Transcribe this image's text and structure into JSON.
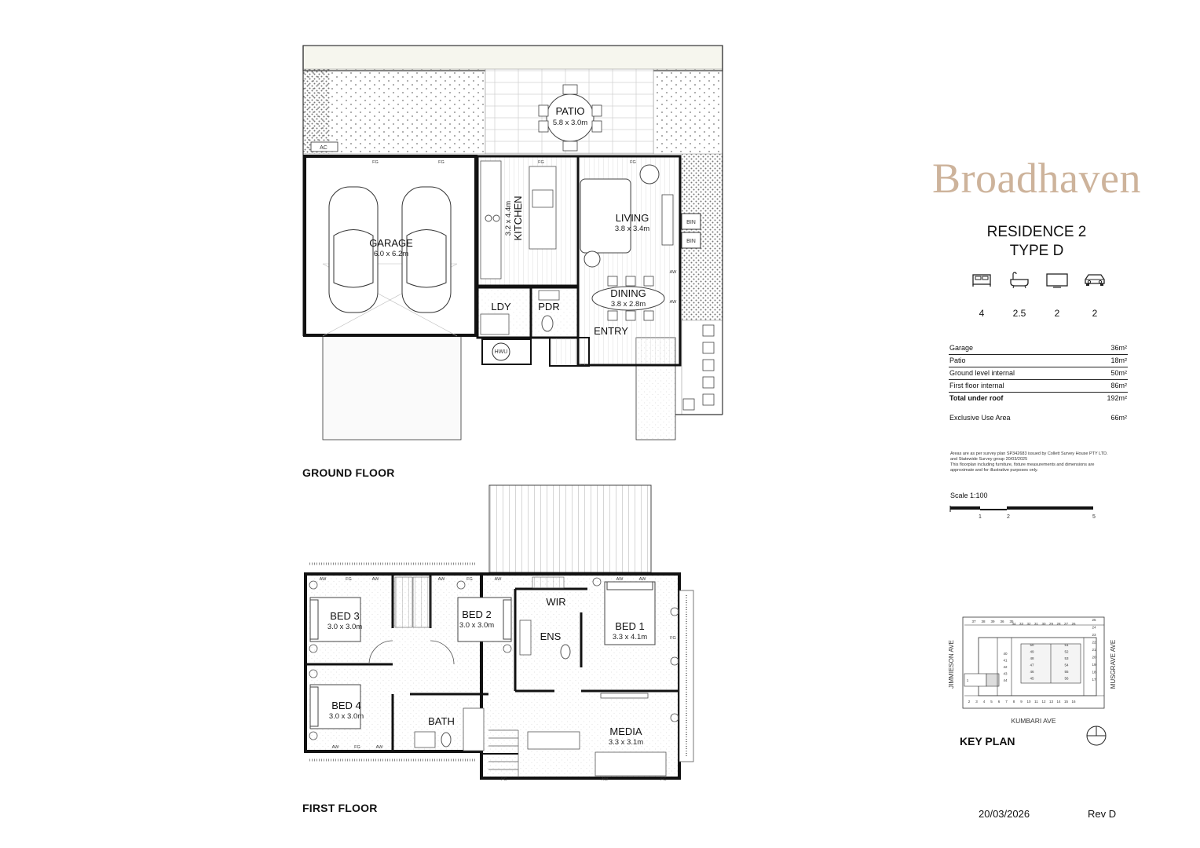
{
  "brand": {
    "name": "Broadhaven"
  },
  "residence": {
    "line1": "RESIDENCE 2",
    "line2": "TYPE D"
  },
  "features": [
    {
      "icon": "bed-icon",
      "value": "4"
    },
    {
      "icon": "bath-icon",
      "value": "2.5"
    },
    {
      "icon": "tv-icon",
      "value": "2"
    },
    {
      "icon": "car-icon",
      "value": "2"
    }
  ],
  "areas": [
    {
      "label": "Garage",
      "value": "36m²"
    },
    {
      "label": "Patio",
      "value": "18m²"
    },
    {
      "label": "Ground level internal",
      "value": "50m²"
    },
    {
      "label": "First floor internal",
      "value": "86m²"
    }
  ],
  "total": {
    "label": "Total under roof",
    "value": "192m²"
  },
  "exclusive": {
    "label": "Exclusive Use Area",
    "value": "66m²"
  },
  "notes": {
    "line1": "Areas are as per survey plan SP342683 issued by Collett Survey House PTY LTD.",
    "line2": "and Statewide Survey group 20/03/2025",
    "line3": "This floorplan including furniture, fixture measurements and dimensions are",
    "line4": "approximate and for illustrative purposes only."
  },
  "scale": {
    "label": "Scale 1:100",
    "t1": "1",
    "t2": "2",
    "t3": "5"
  },
  "floors": {
    "ground": "GROUND FLOOR",
    "first": "FIRST FLOOR"
  },
  "rooms": {
    "patio": {
      "name": "PATIO",
      "dim": "5.8 x 3.0m"
    },
    "garage": {
      "name": "GARAGE",
      "dim": "6.0 x 6.2m"
    },
    "kitchen": {
      "name": "KITCHEN",
      "dim": "3.2 x 4.4m"
    },
    "living": {
      "name": "LIVING",
      "dim": "3.8 x 3.4m"
    },
    "dining": {
      "name": "DINING",
      "dim": "3.8 x 2.8m"
    },
    "ldy": {
      "name": "LDY"
    },
    "pdr": {
      "name": "PDR"
    },
    "entry": {
      "name": "ENTRY"
    },
    "hwu": {
      "name": "HWU"
    },
    "bin1": {
      "name": "BIN"
    },
    "bin2": {
      "name": "BIN"
    },
    "ac": {
      "name": "AC"
    },
    "bed3": {
      "name": "BED 3",
      "dim": "3.0 x 3.0m"
    },
    "bed2": {
      "name": "BED 2",
      "dim": "3.0 x 3.0m"
    },
    "bed1": {
      "name": "BED 1",
      "dim": "3.3 x 4.1m"
    },
    "bed4": {
      "name": "BED 4",
      "dim": "3.0 x 3.0m"
    },
    "wir": {
      "name": "WIR"
    },
    "ens": {
      "name": "ENS"
    },
    "bath": {
      "name": "BATH"
    },
    "media": {
      "name": "MEDIA",
      "dim": "3.3 x 3.1m"
    }
  },
  "marks": {
    "aw": "AW",
    "fg": "FG"
  },
  "keyplan": {
    "label": "KEY PLAN",
    "street_west": "JIMMIESON AVE",
    "street_east": "MUSGRAVE AVE",
    "street_south": "KUMBARI AVE",
    "lots_top": [
      "34",
      "33",
      "32",
      "31",
      "30",
      "29",
      "28",
      "27",
      "26"
    ],
    "lots_left_top": [
      "37",
      "38",
      "39",
      "36",
      "35"
    ],
    "lots_mid_left": [
      "40",
      "41",
      "42",
      "43",
      "44"
    ],
    "lots_mid_left2": [
      "50",
      "49",
      "48",
      "47",
      "46",
      "45"
    ],
    "lots_mid_right": [
      "51",
      "52",
      "53",
      "54",
      "55",
      "56"
    ],
    "lots_right": [
      "25",
      "24",
      "23",
      "22",
      "21",
      "20",
      "19",
      "18",
      "17"
    ],
    "lots_bottom": [
      "2",
      "3",
      "4",
      "5",
      "6",
      "7",
      "8",
      "9",
      "10",
      "11",
      "12",
      "13",
      "14",
      "15",
      "16"
    ],
    "lot_single": "1"
  },
  "footer": {
    "date": "20/03/2026",
    "rev": "Rev D"
  }
}
